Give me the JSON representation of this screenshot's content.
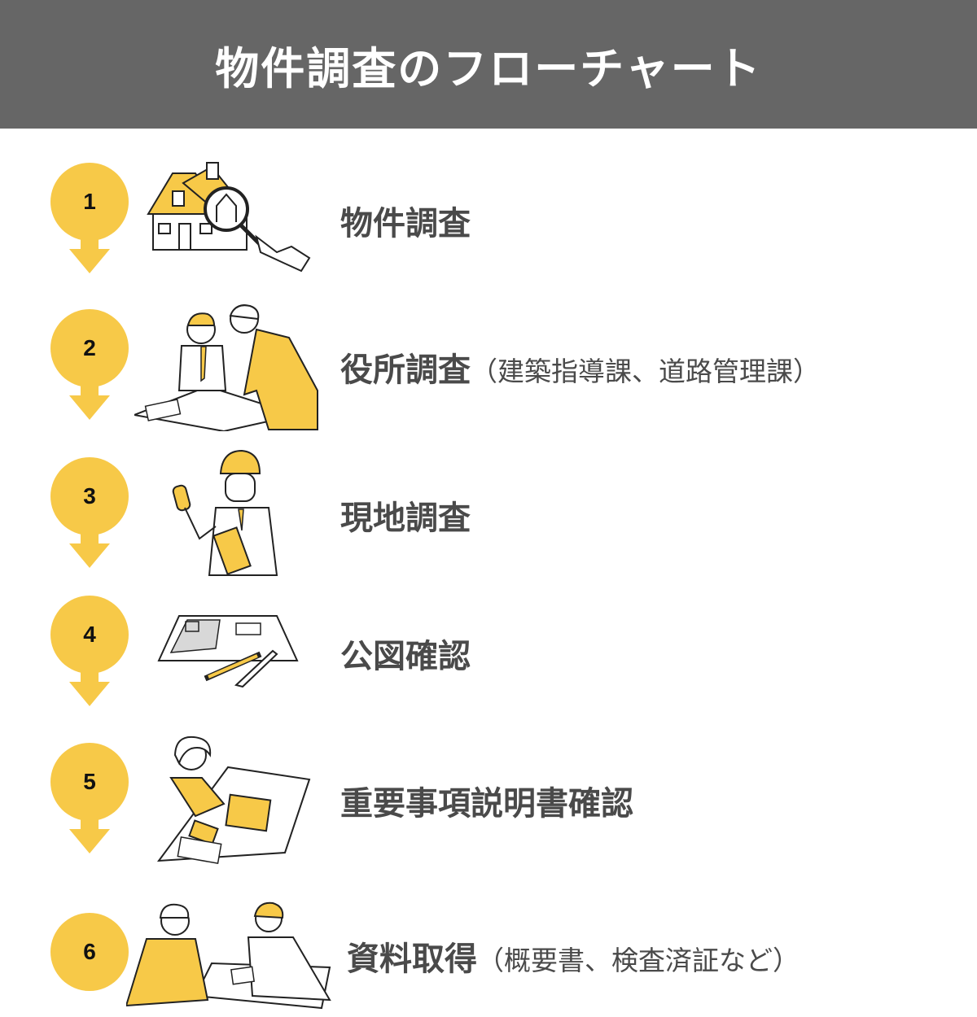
{
  "title": "物件調査のフローチャート",
  "colors": {
    "header_bg": "#666666",
    "accent": "#f7c948",
    "text": "#4a4a4a"
  },
  "steps": [
    {
      "number": "1",
      "label": "物件調査",
      "sub": "",
      "illustration": "house-with-magnifier"
    },
    {
      "number": "2",
      "label": "役所調査",
      "sub": "（建築指導課、道路管理課）",
      "illustration": "two-officials-at-desk"
    },
    {
      "number": "3",
      "label": "現地調査",
      "sub": "",
      "illustration": "worker-with-helmet-and-clipboard"
    },
    {
      "number": "4",
      "label": "公図確認",
      "sub": "",
      "illustration": "map-with-pen-and-ruler"
    },
    {
      "number": "5",
      "label": "重要事項説明書確認",
      "sub": "",
      "illustration": "woman-reviewing-documents"
    },
    {
      "number": "6",
      "label": "資料取得",
      "sub": "（概要書、検査済証など）",
      "illustration": "meeting-document-exchange"
    }
  ]
}
